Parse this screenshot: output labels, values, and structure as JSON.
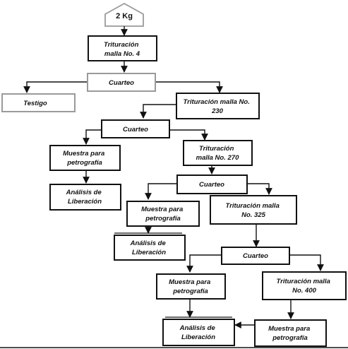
{
  "diagram": {
    "start": {
      "label": "2 Kg"
    },
    "nodes": {
      "trituracion_4": {
        "lines": [
          "Trituración",
          "malla No. 4"
        ]
      },
      "cuarteo_1": {
        "lines": [
          "Cuarteo"
        ]
      },
      "testigo": {
        "lines": [
          "Testigo"
        ]
      },
      "trituracion_230": {
        "lines": [
          "Trituración malla No.",
          "230"
        ]
      },
      "cuarteo_2": {
        "lines": [
          "Cuarteo"
        ]
      },
      "muestra_1": {
        "lines": [
          "Muestra para",
          "petrografía"
        ]
      },
      "analisis_1": {
        "lines": [
          "Análisis de",
          "Liberación"
        ]
      },
      "trituracion_270": {
        "lines": [
          "Trituración",
          "malla No. 270"
        ]
      },
      "cuarteo_3": {
        "lines": [
          "Cuarteo"
        ]
      },
      "muestra_2": {
        "lines": [
          "Muestra para",
          "petrografía"
        ]
      },
      "analisis_2": {
        "lines": [
          "Análisis de",
          "Liberación"
        ]
      },
      "trituracion_325": {
        "lines": [
          "Trituración malla",
          "No. 325"
        ]
      },
      "cuarteo_4": {
        "lines": [
          "Cuarteo"
        ]
      },
      "muestra_3": {
        "lines": [
          "Muestra para",
          "petrografía"
        ]
      },
      "trituracion_400": {
        "lines": [
          "Trituración malla",
          "No. 400"
        ]
      },
      "analisis_3": {
        "lines": [
          "Análisis de",
          "Liberación"
        ]
      },
      "muestra_4": {
        "lines": [
          "Muestra para",
          "petrografía"
        ]
      }
    }
  }
}
